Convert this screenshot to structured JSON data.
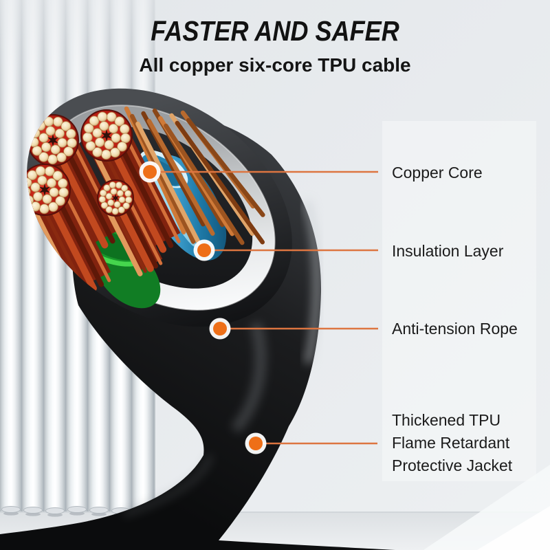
{
  "header": {
    "title": "FASTER AND SAFER",
    "subtitle": "All copper six-core TPU cable"
  },
  "callouts": [
    {
      "label": "Copper Core"
    },
    {
      "label": "Insulation Layer"
    },
    {
      "label": "Anti-tension Rope"
    },
    {
      "lines": [
        "Thickened TPU",
        "Flame Retardant",
        "Protective Jacket"
      ]
    }
  ],
  "colors": {
    "accent_orange": "#ee6f18",
    "leader_line": "#dd7540",
    "title_text": "#121212",
    "label_text": "#1b1b1b",
    "background": "#e7eaed",
    "cable_black": "#141517",
    "wrap_gray": "#d6d8da",
    "insulation_blue": "#2f8fbe",
    "core_green": "#2dbd3a",
    "copper": "#b9672e",
    "strand_tip_cream": "#f4e6c6",
    "bundle_red": "#c3261c"
  }
}
